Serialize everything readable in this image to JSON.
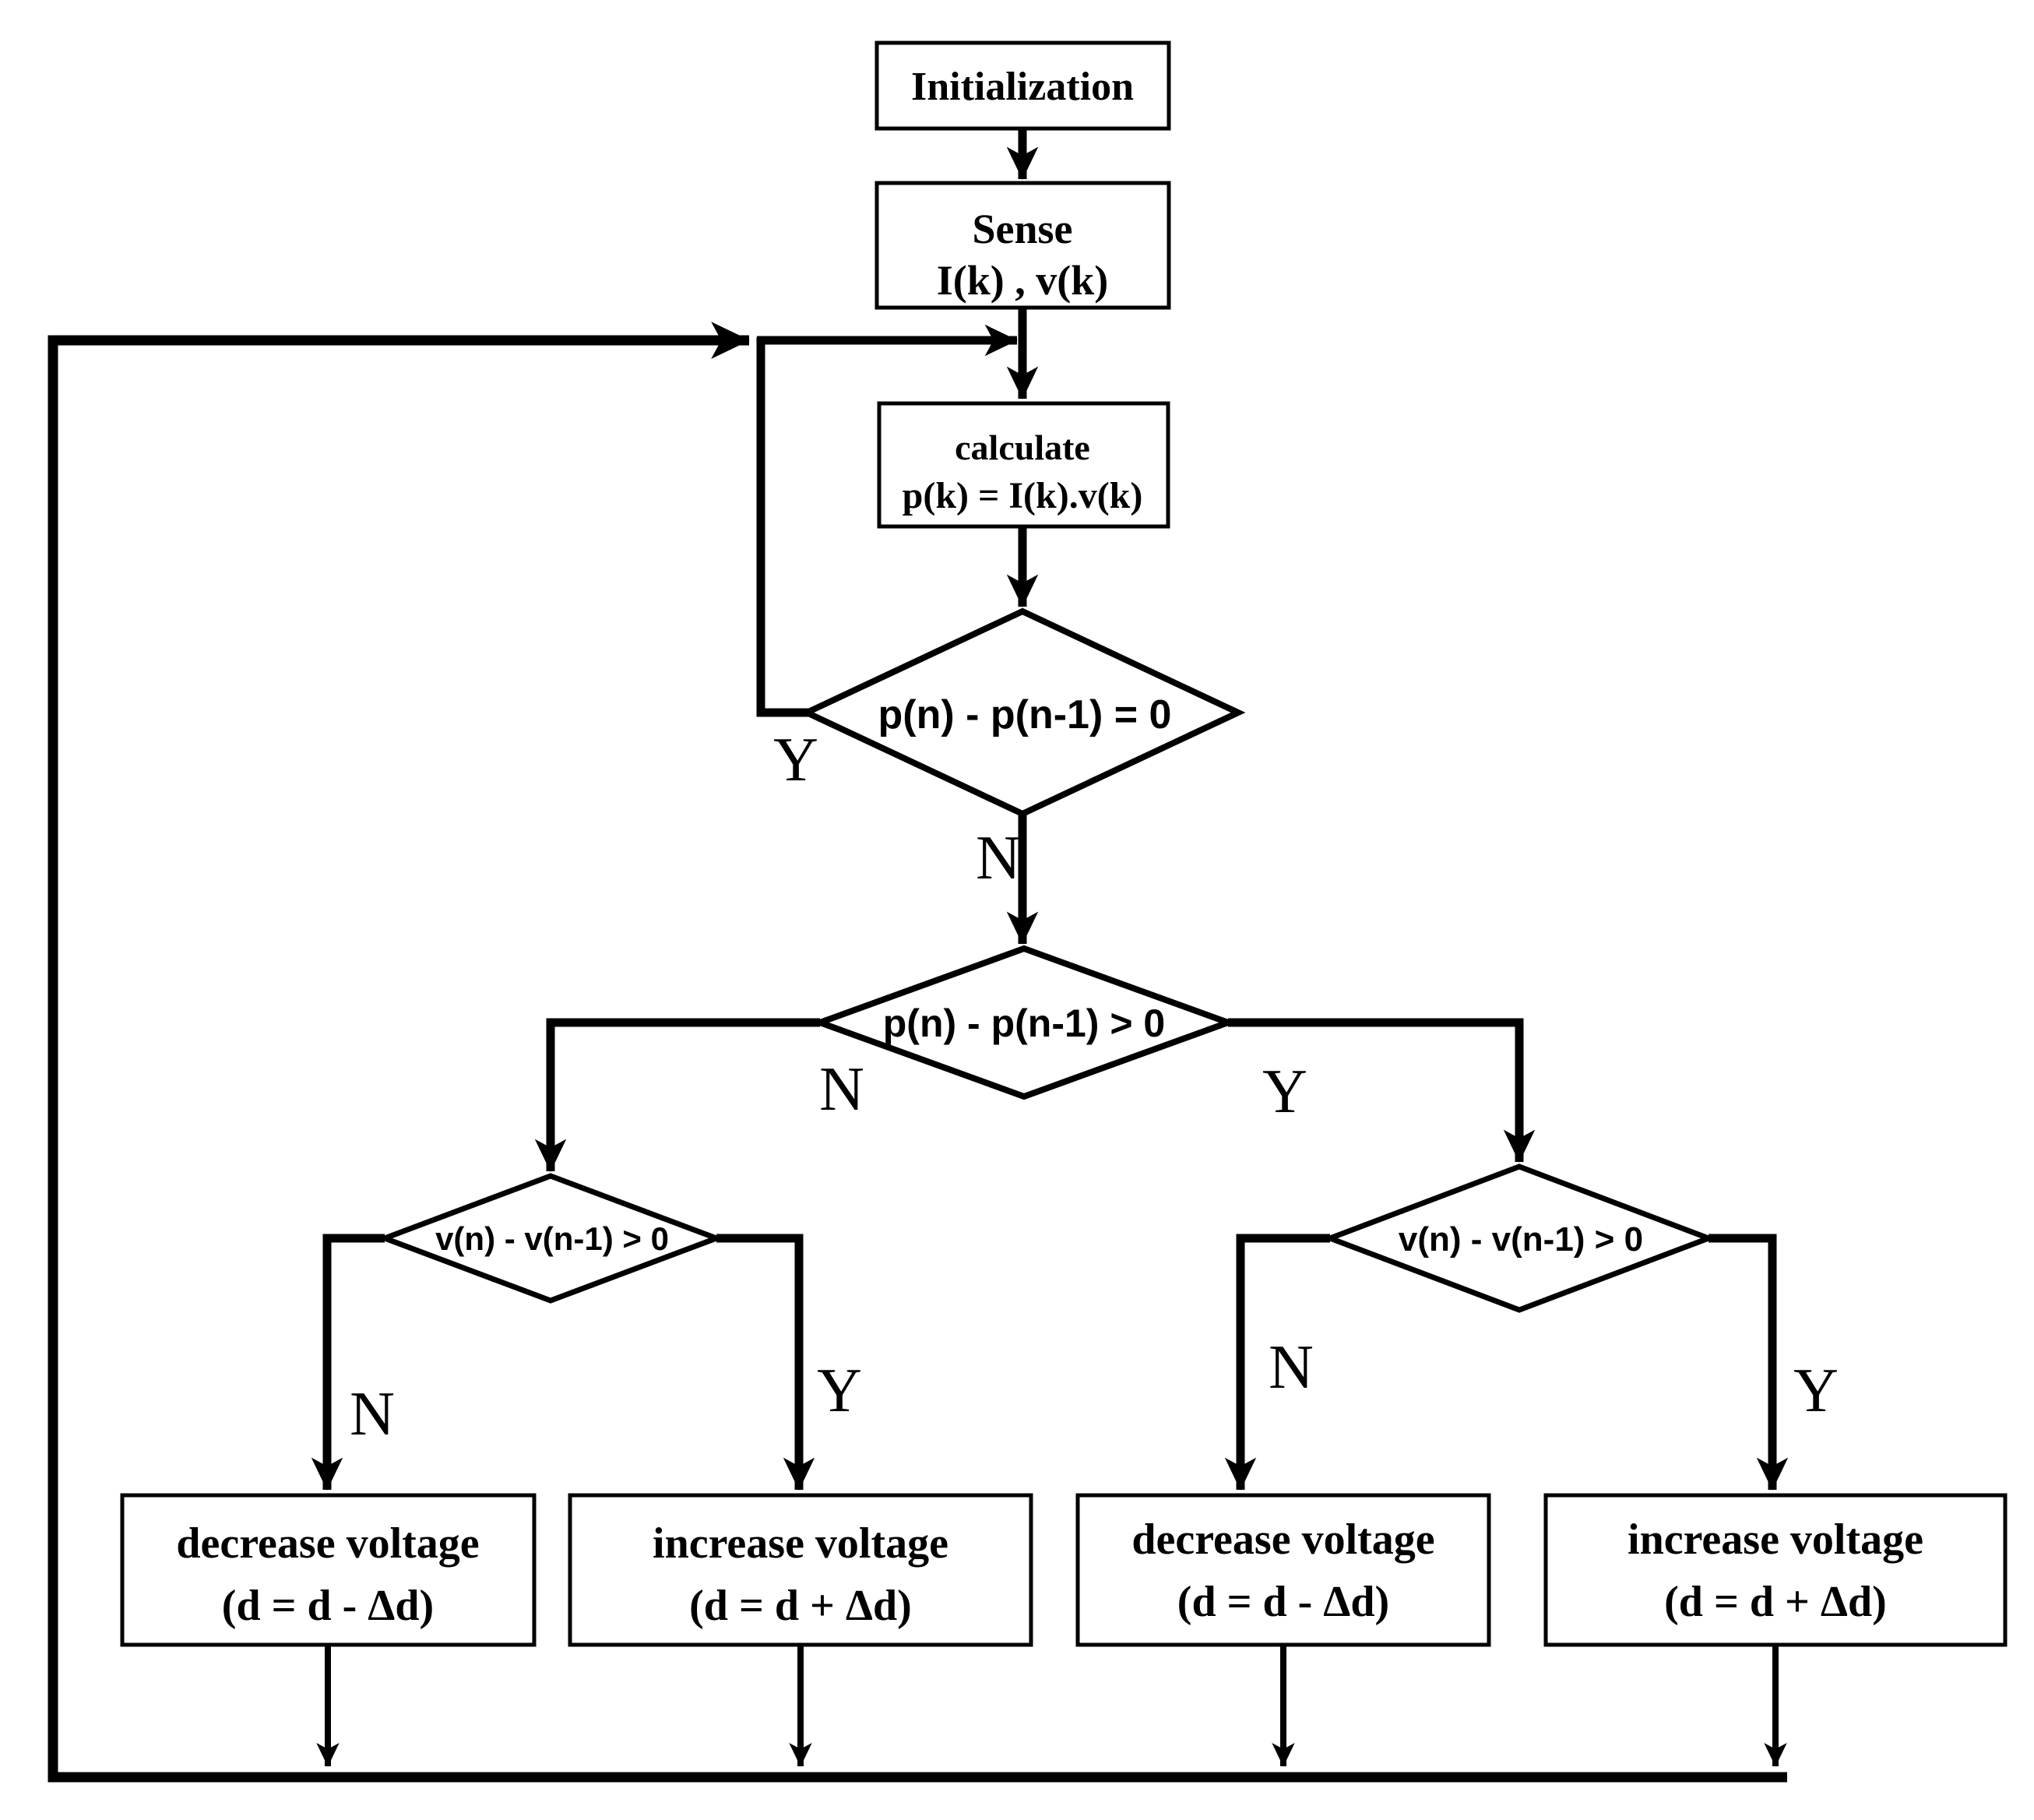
{
  "flowchart": {
    "nodes": {
      "init": {
        "label": "Initialization"
      },
      "sense": {
        "line1": "Sense",
        "line2": "I(k) , v(k)"
      },
      "calculate": {
        "line1": "calculate",
        "line2": "p(k) = I(k).v(k)"
      },
      "decision_power_equal": {
        "label": "p(n) - p(n-1) = 0"
      },
      "decision_power_positive": {
        "label": "p(n) - p(n-1) > 0"
      },
      "decision_voltage_left": {
        "label": "v(n) - v(n-1) > 0"
      },
      "decision_voltage_right": {
        "label": "v(n) - v(n-1) > 0"
      },
      "action_decrease_left": {
        "line1": "decrease voltage",
        "line2": "(d = d - Δd)"
      },
      "action_increase_left": {
        "line1": "increase voltage",
        "line2": "(d = d + Δd)"
      },
      "action_decrease_right": {
        "line1": "decrease voltage",
        "line2": "(d = d - Δd)"
      },
      "action_increase_right": {
        "line1": "increase voltage",
        "line2": "(d = d + Δd)"
      }
    },
    "branch_labels": {
      "d1_yes": "Y",
      "d1_no": "N",
      "d2_no": "N",
      "d2_yes": "Y",
      "d3_no": "N",
      "d3_yes": "Y",
      "d4_no": "N",
      "d4_yes": "Y"
    },
    "colors": {
      "ink": "#000000",
      "background": "#ffffff"
    }
  }
}
